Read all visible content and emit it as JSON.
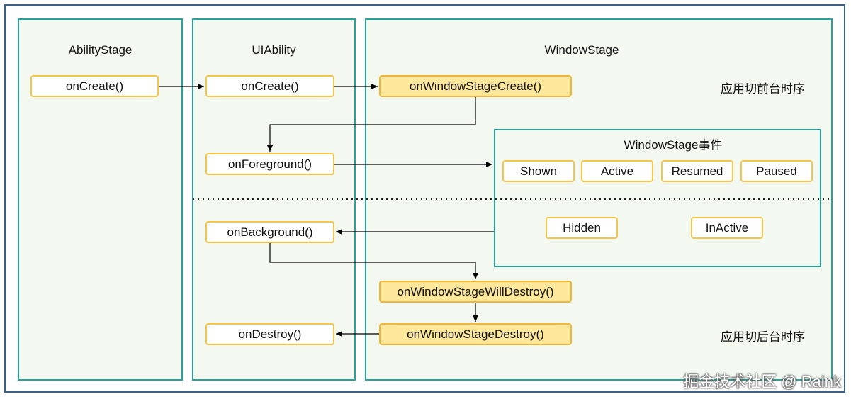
{
  "lanes": {
    "ability_stage": {
      "title": "AbilityStage",
      "oncreate": "onCreate()"
    },
    "ui_ability": {
      "title": "UIAbility",
      "oncreate": "onCreate()",
      "onforeground": "onForeground()",
      "onbackground": "onBackground()",
      "ondestroy": "onDestroy()"
    },
    "window_stage": {
      "title": "WindowStage",
      "create": "onWindowStageCreate()",
      "will_destroy": "onWindowStageWillDestroy()",
      "destroy": "onWindowStageDestroy()",
      "note_foreground": "应用切前台时序",
      "note_background": "应用切后台时序"
    }
  },
  "events": {
    "title": "WindowStage事件",
    "shown": "Shown",
    "active": "Active",
    "resumed": "Resumed",
    "paused": "Paused",
    "hidden": "Hidden",
    "inactive": "InActive"
  },
  "watermark": "掘金技术社区 @ Raink",
  "colors": {
    "lane_border": "#2aa198",
    "lane_fill": "#f3f9f1",
    "node_border": "#f3c64a",
    "node_highlight": "#fde79b",
    "outer_border": "#3a5f88"
  }
}
